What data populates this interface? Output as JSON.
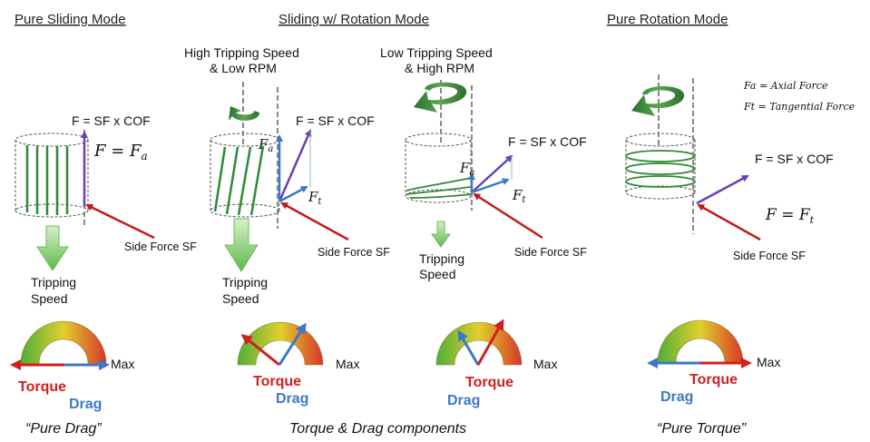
{
  "headers": {
    "pure_sliding": "Pure Sliding Mode",
    "sliding_rotation": "Sliding w/ Rotation Mode",
    "pure_rotation": "Pure Rotation Mode"
  },
  "sub_headers": {
    "high_trip_1": "High Tripping Speed",
    "high_trip_2": "& Low RPM",
    "low_trip_1": "Low Tripping Speed",
    "low_trip_2": "& High RPM"
  },
  "labels": {
    "force_formula": "F = SF x COF",
    "side_force": "Side Force SF",
    "tripping": "Tripping",
    "speed": "Speed",
    "max": "Max",
    "torque": "Torque",
    "drag": "Drag"
  },
  "math": {
    "F_eq_Fa": "F = F",
    "F_eq_Ft": "F = F",
    "sub_a": "a",
    "sub_t": "t",
    "Fa": "F",
    "Ft": "F"
  },
  "legend": {
    "axial": "Fa = Axial Force",
    "tangential": "Ft = Tangential Force"
  },
  "captions": {
    "pure_drag": "“Pure Drag”",
    "components": "Torque & Drag components",
    "pure_torque": "“Pure Torque”"
  },
  "colors": {
    "red": "#c41a1a",
    "purple": "#6a3fb5",
    "blue": "#3b78c8",
    "green": "#2f8a35",
    "gauge_green": "#4fae3a",
    "gauge_yellow": "#e2cf2c",
    "gauge_red": "#d7372a"
  }
}
